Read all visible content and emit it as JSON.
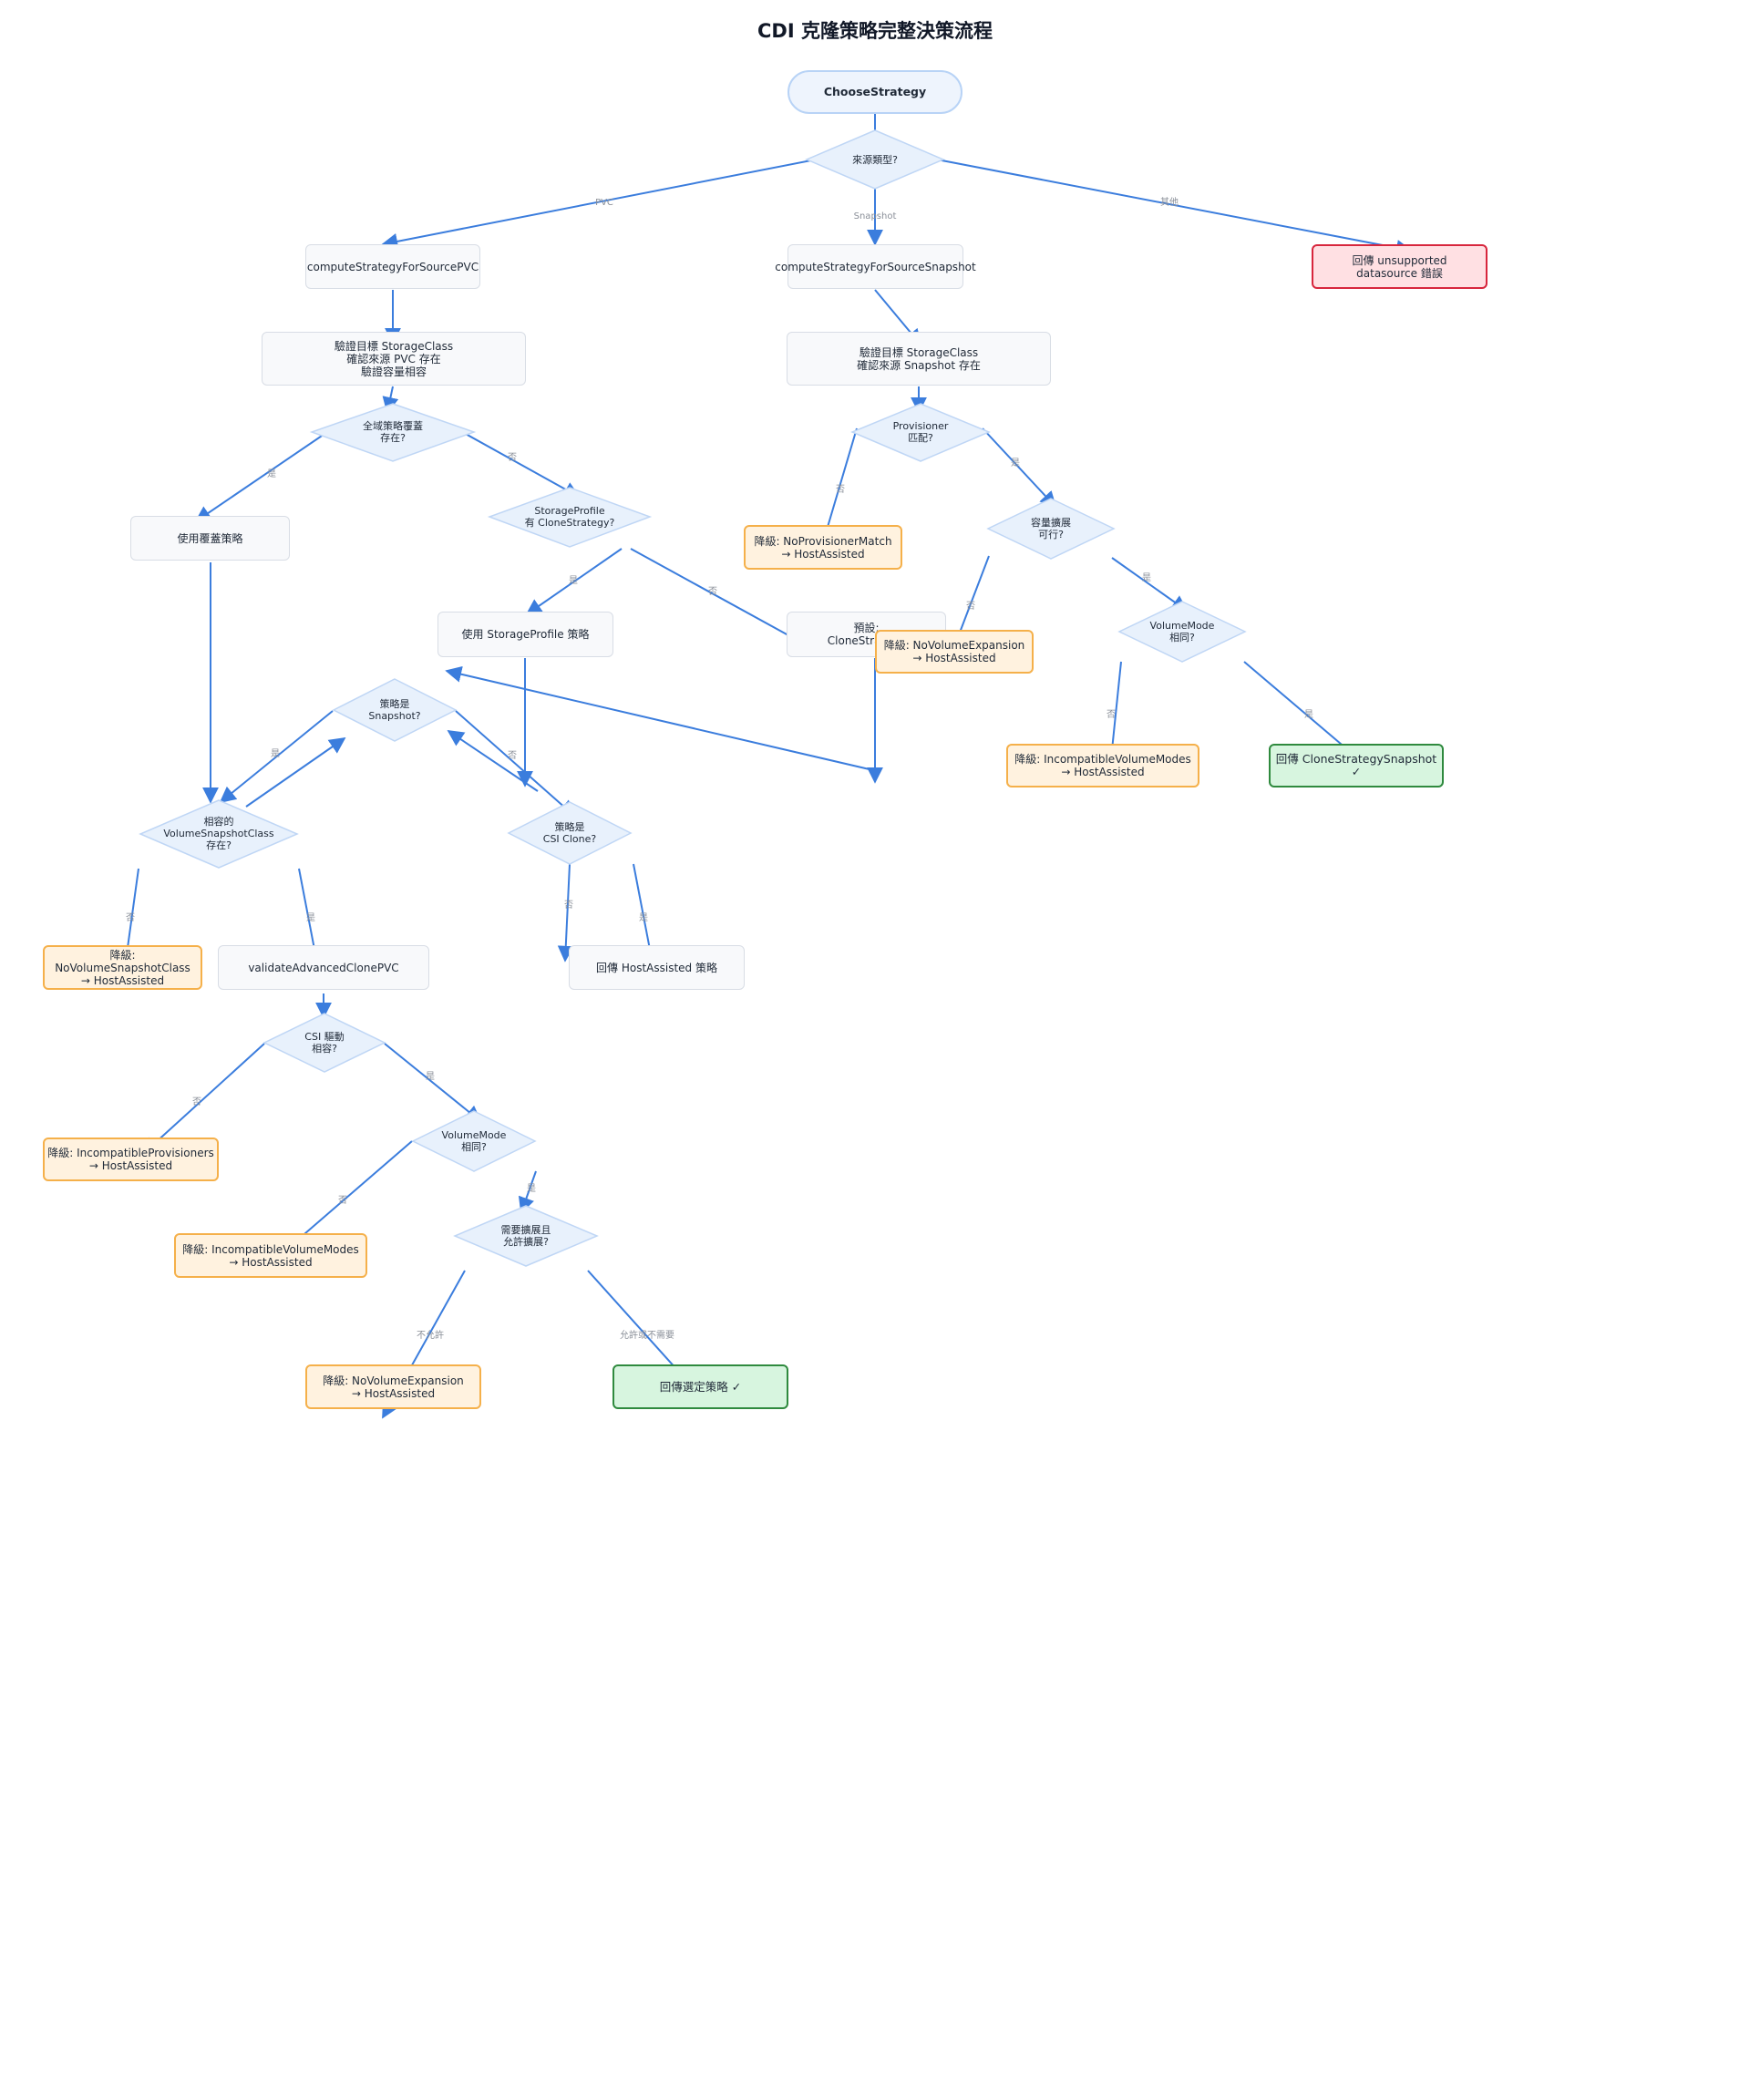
{
  "title": "CDI 克隆策略完整決策流程",
  "colors": {
    "edge": "#3b7ddd",
    "decision_fill": "#e8f1fc",
    "decision_stroke": "#bfd6f5",
    "warn_border": "#f5b04a",
    "ok_border": "#2f8a3e",
    "error_border": "#d7263d"
  },
  "nodes": {
    "choose": "ChooseStrategy",
    "src_type": "來源類型?",
    "compute_pvc": "computeStrategyForSourcePVC",
    "compute_snap": "computeStrategyForSourceSnapshot",
    "unsupported": "回傳 unsupported\ndatasource 錯誤",
    "validate_pvc": "驗證目標 StorageClass\n確認來源 PVC 存在\n驗證容量相容",
    "validate_snap": "驗證目標 StorageClass\n確認來源 Snapshot 存在",
    "global_override": "全域策略覆蓋\n存在?",
    "provisioner_match": "Provisioner\n匹配?",
    "use_override": "使用覆蓋策略",
    "sp_has_strategy": "StorageProfile\n有 CloneStrategy?",
    "no_prov_match": "降級: NoProvisionerMatch\n→ HostAssisted",
    "expand_possible": "容量擴展\n可行?",
    "use_sp_strategy": "使用 StorageProfile 策略",
    "default_strategy": "預設:\nCloneStrategy",
    "no_vol_expansion_snap": "降級: NoVolumeExpansion\n→ HostAssisted",
    "volmode_same_snap": "VolumeMode\n相同?",
    "is_snapshot": "策略是\nSnapshot?",
    "incompat_volmodes_snap": "降級: IncompatibleVolumeModes\n→ HostAssisted",
    "return_clone_snapshot": "回傳 CloneStrategySnapshot ✓",
    "vsc_exists": "相容的\nVolumeSnapshotClass\n存在?",
    "is_csi_clone": "策略是\nCSI Clone?",
    "no_vsc": "降級: NoVolumeSnapshotClass\n→ HostAssisted",
    "validate_adv": "validateAdvancedClonePVC",
    "return_host_assisted": "回傳 HostAssisted 策略",
    "csi_driver_compat": "CSI 驅動\n相容?",
    "incompat_prov": "降級: IncompatibleProvisioners\n→ HostAssisted",
    "volmode_same_pvc": "VolumeMode\n相同?",
    "incompat_volmodes_pvc": "降級: IncompatibleVolumeModes\n→ HostAssisted",
    "need_expand": "需要擴展且\n允許擴展?",
    "no_vol_expansion_pvc": "降級: NoVolumeExpansion\n→ HostAssisted",
    "return_selected": "回傳選定策略 ✓"
  },
  "edge_labels": {
    "pvc": "PVC",
    "snapshot": "Snapshot",
    "other": "其他",
    "yes": "是",
    "no": "否",
    "not_allowed": "不允許",
    "allowed_or_not_needed": "允許或不需要"
  }
}
